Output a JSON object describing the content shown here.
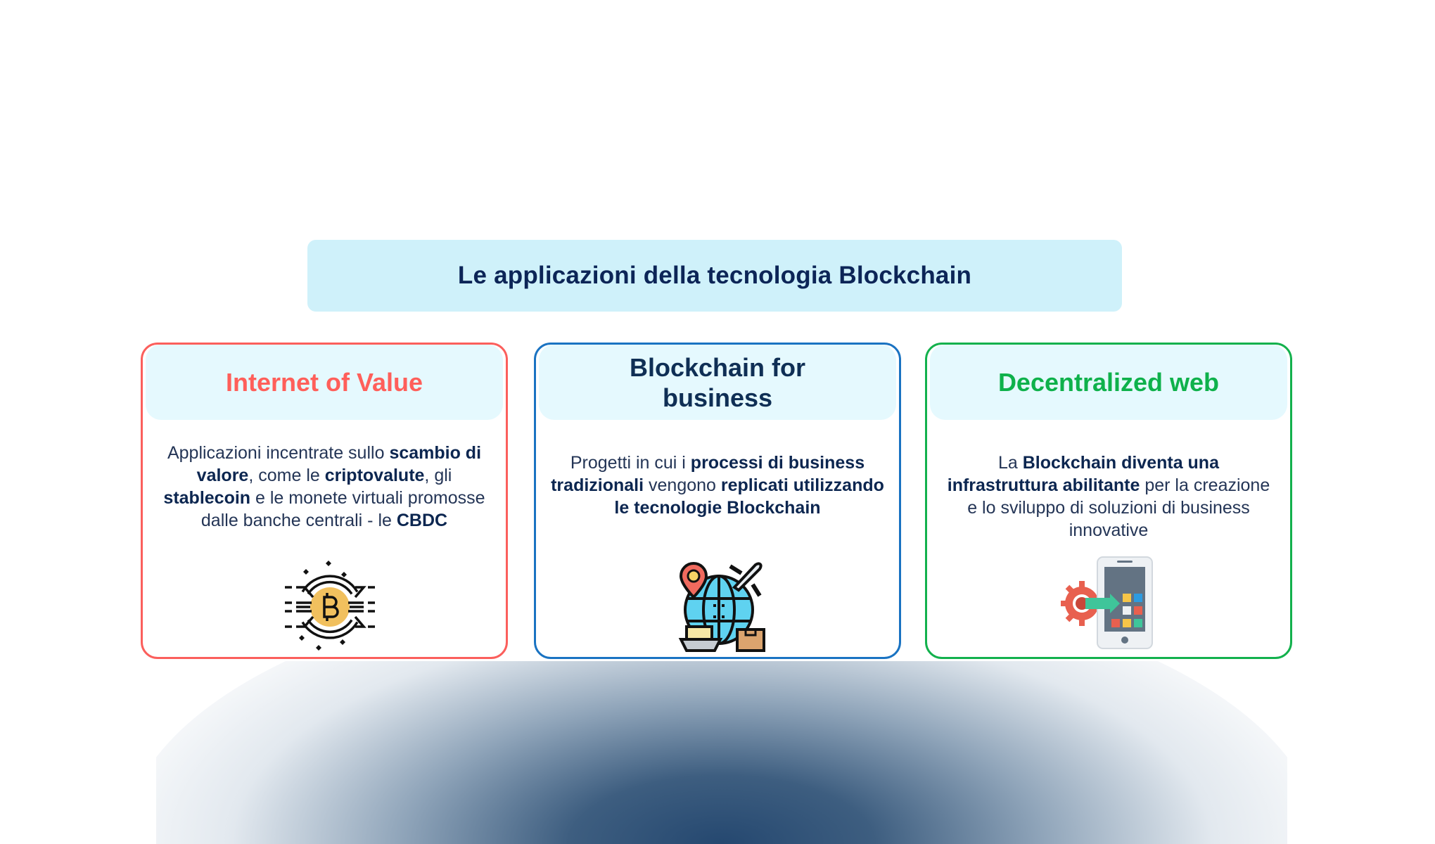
{
  "banner": {
    "title": "Le applicazioni della tecnologia Blockchain"
  },
  "colors": {
    "banner_bg": "#cff1fa",
    "card_head_bg": "#e5f9fe",
    "internet_of_value": "#ff5f5a",
    "blockchain_for_business_border": "#1a73c2",
    "blockchain_for_business_title": "#0f2f55",
    "decentralized_web": "#0eb14b",
    "text": "#243556"
  },
  "cards": [
    {
      "title": "Internet of Value",
      "icon": "bitcoin-circuit-icon",
      "body": [
        {
          "t": "Applicazioni incentrate sullo ",
          "b": false
        },
        {
          "t": "scambio di valore",
          "b": true
        },
        {
          "t": ", come le ",
          "b": false
        },
        {
          "t": "criptovalute",
          "b": true
        },
        {
          "t": ", gli ",
          "b": false
        },
        {
          "t": "stablecoin",
          "b": true
        },
        {
          "t": " e le monete virtuali promosse dalle banche centrali - le ",
          "b": false
        },
        {
          "t": "CBDC",
          "b": true
        }
      ]
    },
    {
      "title": "Blockchain for business",
      "icon": "global-logistics-icon",
      "body": [
        {
          "t": "Progetti in cui i ",
          "b": false
        },
        {
          "t": "processi di business tradizionali",
          "b": true
        },
        {
          "t": " vengono ",
          "b": false
        },
        {
          "t": "replicati utilizzando le tecnologie Blockchain",
          "b": true
        }
      ]
    },
    {
      "title": "Decentralized web",
      "icon": "mobile-app-gear-icon",
      "body": [
        {
          "t": "La ",
          "b": false
        },
        {
          "t": "Blockchain diventa una infrastruttura abilitante",
          "b": true
        },
        {
          "t": " per la creazione e lo sviluppo di soluzioni di business innovative",
          "b": false
        }
      ]
    }
  ]
}
